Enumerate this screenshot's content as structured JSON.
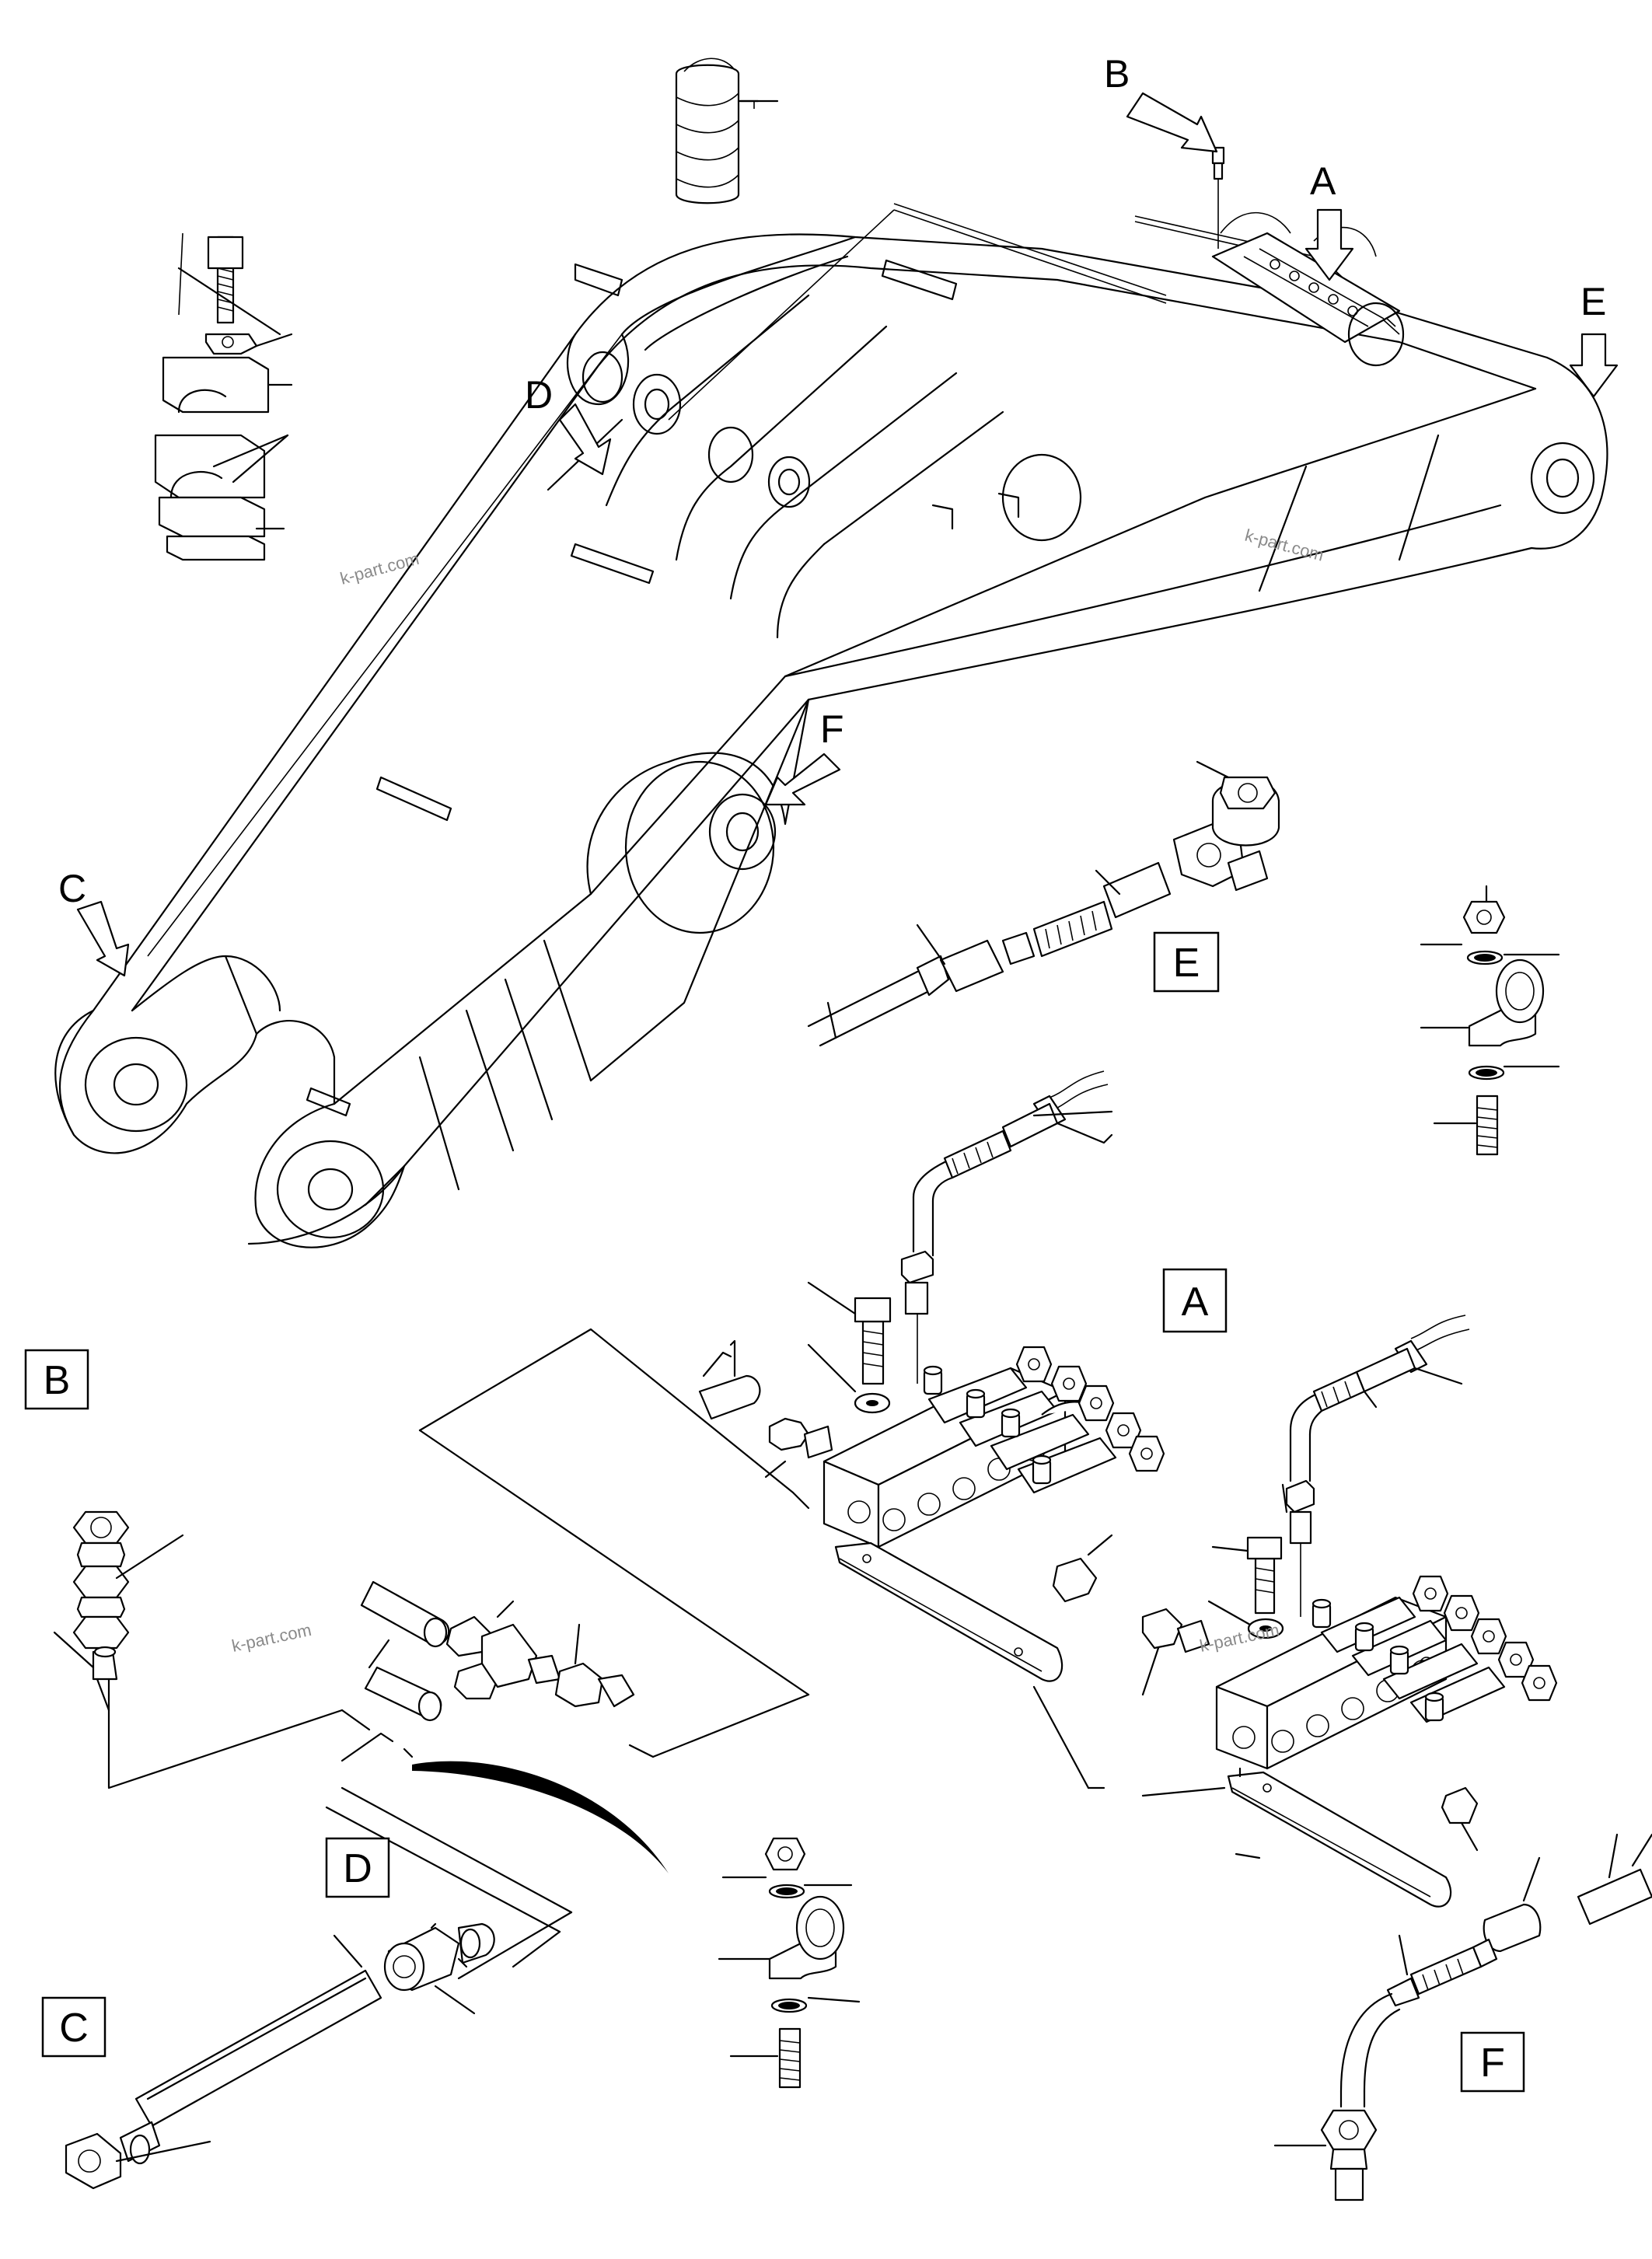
{
  "callouts": {
    "a": "A",
    "b": "B",
    "c": "C",
    "d": "D",
    "e": "E",
    "f": "F"
  },
  "detail_boxes": {
    "a": "A",
    "b": "B",
    "c": "C",
    "d": "D",
    "e": "E",
    "f": "F"
  },
  "watermark": "k-part.com",
  "colors": {
    "line": "#000000",
    "background": "#ffffff",
    "watermark": "#8a8a8a"
  }
}
